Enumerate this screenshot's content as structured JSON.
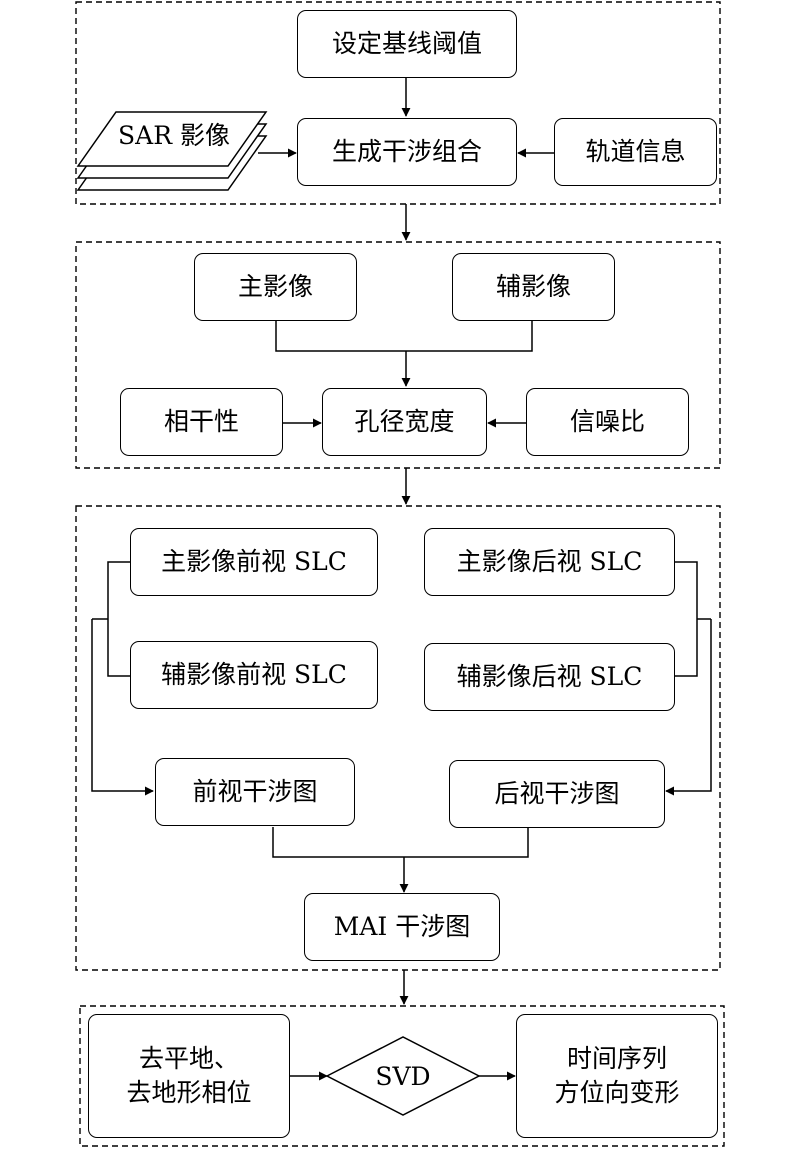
{
  "section1": {
    "threshold": "设定基线阈值",
    "sar": "SAR 影像",
    "generate": "生成干涉组合",
    "orbit": "轨道信息"
  },
  "section2": {
    "master": "主影像",
    "slave": "辅影像",
    "coherence": "相干性",
    "aperture": "孔径宽度",
    "snr": "信噪比"
  },
  "section3": {
    "master_fwd": "主影像前视 SLC",
    "master_bwd": "主影像后视 SLC",
    "slave_fwd": "辅影像前视 SLC",
    "slave_bwd": "辅影像后视 SLC",
    "fwd_ifg": "前视干涉图",
    "bwd_ifg": "后视干涉图",
    "mai_ifg": "MAI 干涉图"
  },
  "section4": {
    "remove_line1": "去平地、",
    "remove_line2": "去地形相位",
    "svd": "SVD",
    "result_line1": "时间序列",
    "result_line2": "方位向变形"
  }
}
